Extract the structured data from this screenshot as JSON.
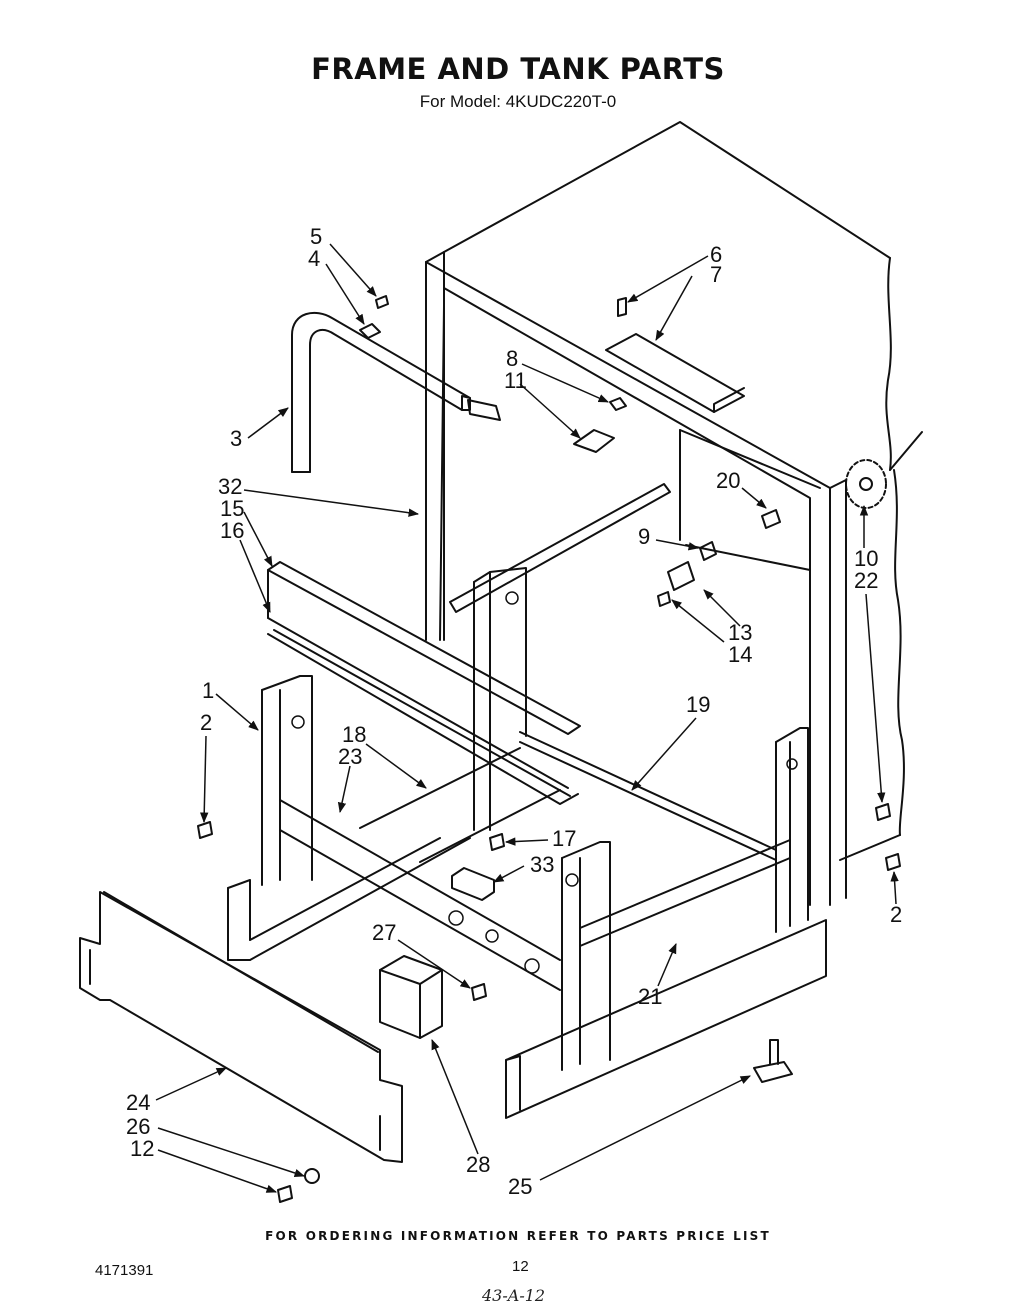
{
  "header": {
    "title": "FRAME AND TANK PARTS",
    "model": "For Model: 4KUDC220T-0"
  },
  "callouts": {
    "c1": "1",
    "c2a": "2",
    "c2b": "2",
    "c3": "3",
    "c4": "4",
    "c5": "5",
    "c6": "6",
    "c7": "7",
    "c8": "8",
    "c9": "9",
    "c10": "10",
    "c11": "11",
    "c12": "12",
    "c13": "13",
    "c14": "14",
    "c15": "15",
    "c16": "16",
    "c17": "17",
    "c18": "18",
    "c19": "19",
    "c20": "20",
    "c21": "21",
    "c22": "22",
    "c23": "23",
    "c24": "24",
    "c25": "25",
    "c26": "26",
    "c27": "27",
    "c28": "28",
    "c32": "32",
    "c33": "33"
  },
  "footer": {
    "ordering_note": "FOR ORDERING INFORMATION REFER TO PARTS PRICE LIST",
    "doc_number": "4171391",
    "page_number": "12",
    "handwritten_note": "43-A-12"
  }
}
